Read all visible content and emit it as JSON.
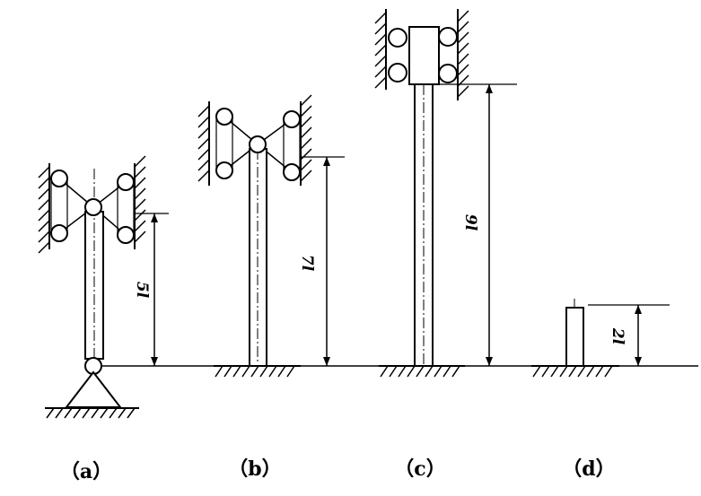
{
  "figures": [
    {
      "caption": "（a）",
      "length_label": "5l"
    },
    {
      "caption": "（b）",
      "length_label": "7l"
    },
    {
      "caption": "（c）",
      "length_label": "9l"
    },
    {
      "caption": "（d）",
      "length_label": "2l"
    }
  ]
}
